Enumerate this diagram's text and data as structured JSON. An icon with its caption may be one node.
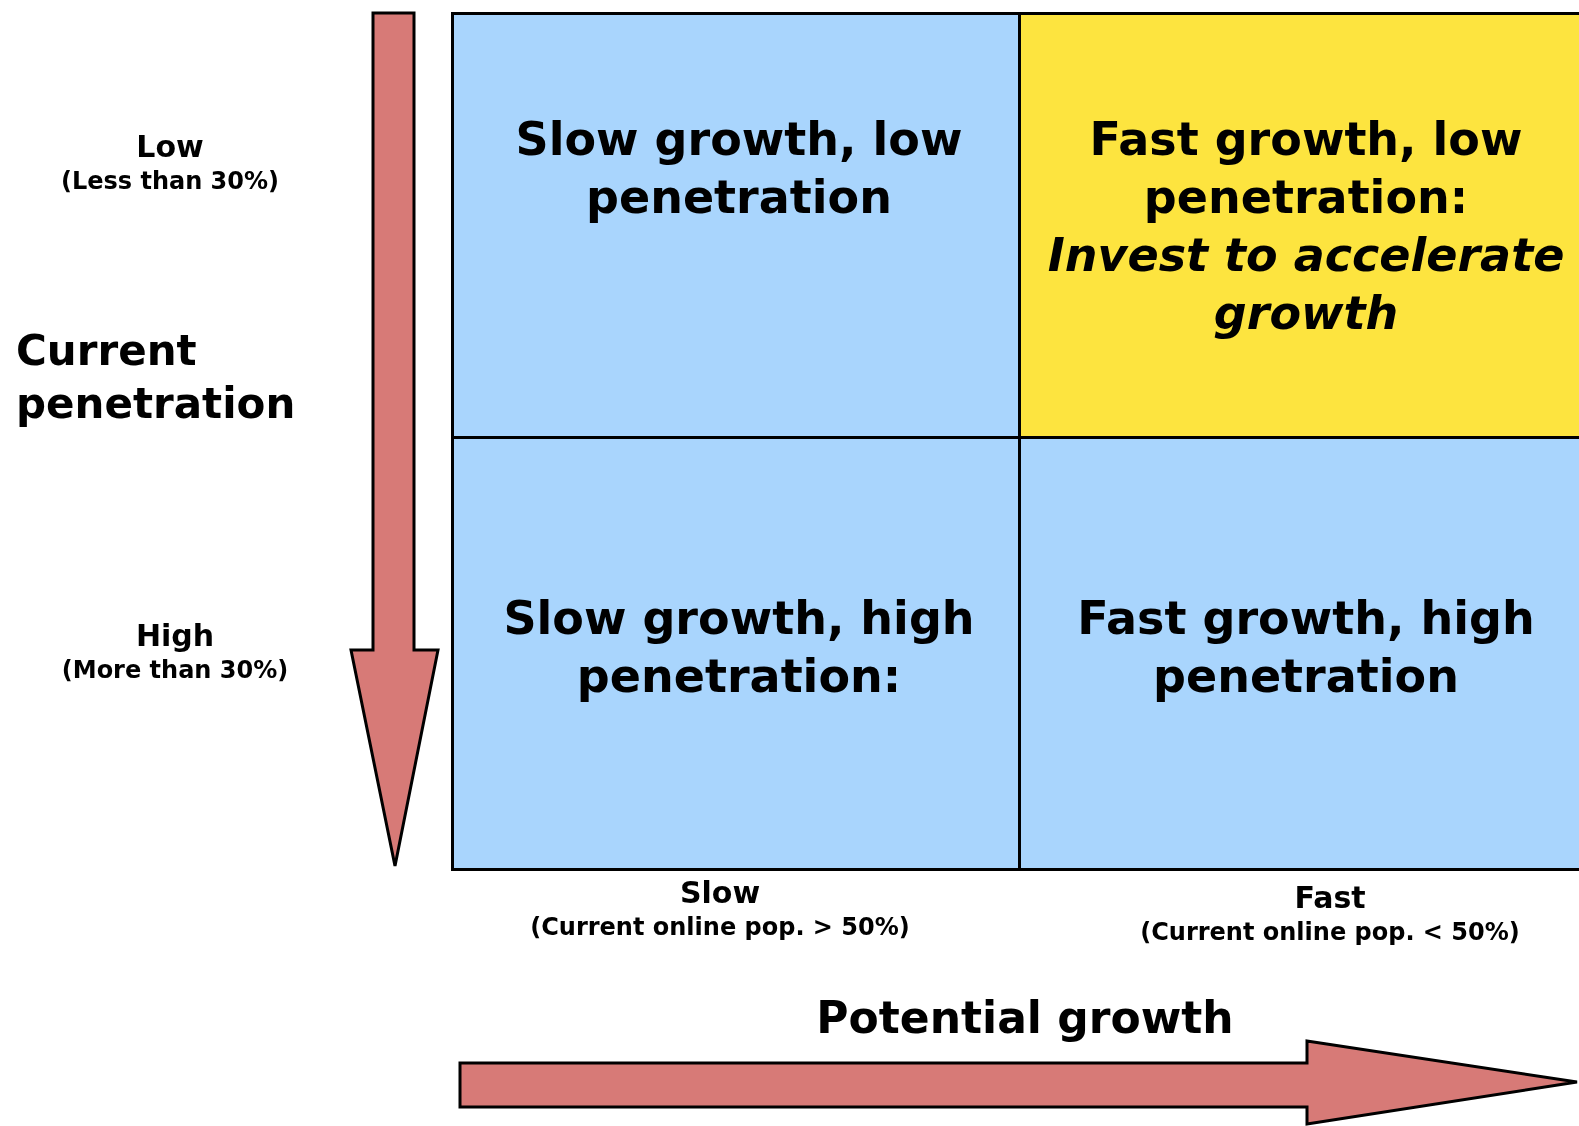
{
  "diagram": {
    "nodes": [
      {
        "text": [
          "Slow growth, low penetration"
        ]
      },
      {
        "text": [
          "Fast growth, low penetration:",
          "Invest to accelerate growth"
        ]
      },
      {
        "text": [
          "Slow growth, high penetration:"
        ]
      },
      {
        "text": [
          "Fast growth, high penetration"
        ]
      }
    ],
    "labels": [
      "Low",
      "(Less than 30%)",
      "Current penetration",
      "High",
      "(More than 30%)",
      "Slow",
      "(Current online pop. > 50%)",
      "Fast",
      "(Current online pop. < 50%)",
      "Potential growth"
    ]
  }
}
